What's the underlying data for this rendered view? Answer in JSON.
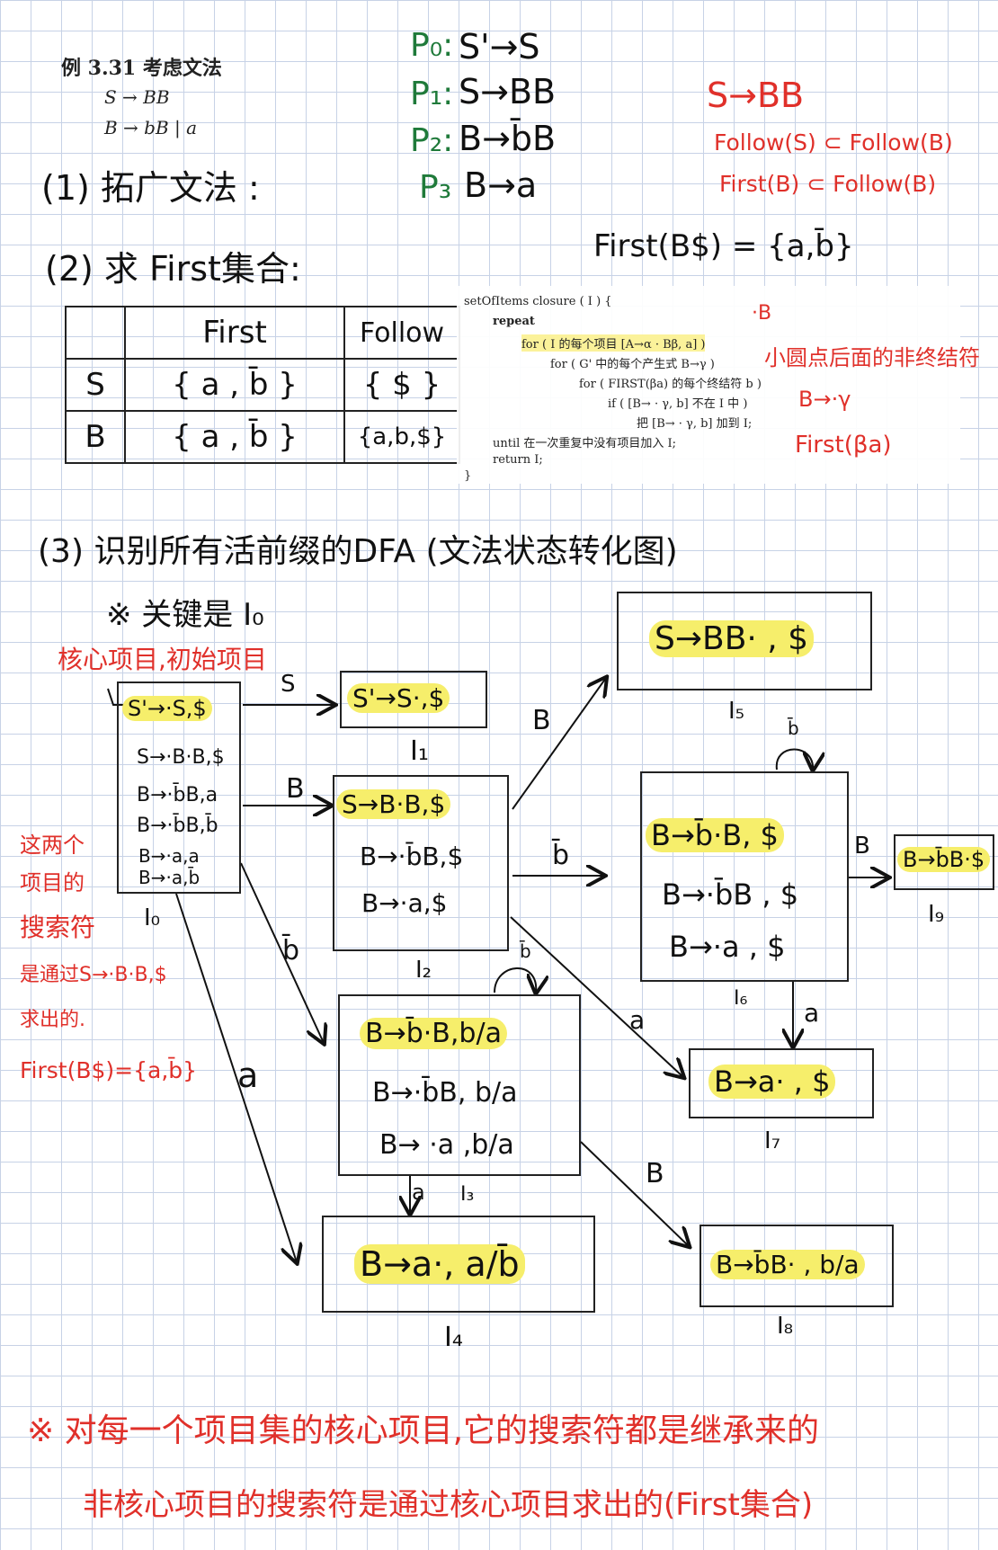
{
  "example": {
    "title": "例 3.31  考虑文法",
    "rule1": "S → BB",
    "rule2": "B → bB | a"
  },
  "productions": [
    {
      "label": "P₀:",
      "text": "S'→S"
    },
    {
      "label": "P₁:",
      "text": "S→BB"
    },
    {
      "label": "P₂:",
      "text": "B→b̄B"
    },
    {
      "label": "P₃",
      "text": "B→a"
    }
  ],
  "notes_red": {
    "sbb": "S→BB",
    "follow": "Follow(S) ⊂ Follow(B)",
    "first": "First(B) ⊂ Follow(B)"
  },
  "step1": "(1) 拓广文法   :",
  "step2": "(2) 求 First集合:",
  "first_bs": "First(B$) = {a,b̄}",
  "table": {
    "headers": [
      "",
      "First",
      "Follow"
    ],
    "rows": [
      [
        "S",
        "{ a , b̄ }",
        "{ $ }"
      ],
      [
        "B",
        "{ a , b̄ }",
        "{a,b,$}"
      ]
    ]
  },
  "algo": {
    "line0": "setOfItems closure ( I ) {",
    "line1": "repeat",
    "line2": "for ( I 的每个项目 [A→α · Bβ, a] )",
    "line3": "for ( G' 中的每个产生式 B→γ )",
    "line4": "for ( FIRST(βa) 的每个终结符 b )",
    "line5": "if ( [B→ · γ, b] 不在 I 中 )",
    "line6": "把 [B→ · γ, b] 加到 I;",
    "line7": "until 在一次重复中没有项目加入 I;",
    "line8": "return I;",
    "line9": "}"
  },
  "algo_notes": {
    "dotb": "·B",
    "desc": "小圆点后面的非终结符",
    "bgamma": "B→·γ",
    "firstba": "First(βa)"
  },
  "step3": "(3) 识别所有活前缀的DFA (文法状态转化图)",
  "key": "※ 关键是 I₀",
  "core_note": "核心项目,初始项目",
  "left_notes": [
    "这两个",
    "项目的",
    "搜索符",
    "是通过S→·B·B,$",
    "求出的.",
    "First(B$)={a,b̄}"
  ],
  "states": {
    "I0": {
      "label": "I₀",
      "items": [
        "S'→·S,$",
        "S→·B·B,$",
        "B→·b̄B,a",
        "B→·b̄B,b̄",
        "B→·a,a",
        "B→·a,b̄"
      ]
    },
    "I1": {
      "label": "I₁",
      "items": [
        "S'→S·,$"
      ]
    },
    "I2": {
      "label": "I₂",
      "items": [
        "S→B·B,$",
        "B→·b̄B,$",
        "B→·a,$"
      ]
    },
    "I3": {
      "label": "I₃",
      "items": [
        "B→b̄·B,b/a",
        "B→·b̄B, b/a",
        "B→ ·a ,b/a"
      ]
    },
    "I4": {
      "label": "I₄",
      "items": [
        "B→a·, a/b̄"
      ]
    },
    "I5": {
      "label": "I₅",
      "items": [
        "S→BB· , $"
      ]
    },
    "I6": {
      "label": "I₆",
      "items": [
        "B→b̄·B, $",
        "B→·b̄B , $",
        "B→·a , $"
      ]
    },
    "I7": {
      "label": "I₇",
      "items": [
        "B→a· , $"
      ]
    },
    "I8": {
      "label": "I₈",
      "items": [
        "B→b̄B· , b/a"
      ]
    },
    "I9": {
      "label": "I₉",
      "items": [
        "B→b̄B·$"
      ]
    }
  },
  "edges": {
    "s": "S",
    "b": "B",
    "bbar": "b̄",
    "a": "a"
  },
  "bottom": {
    "line1": "※ 对每一个项目集的核心项目,它的搜索符都是继承来的",
    "line2": "非核心项目的搜索符是通过核心项目求出的(First集合)"
  },
  "colors": {
    "highlight": "#f6ee6b",
    "red": "#e0302a",
    "green": "#1f7a3a",
    "grid": "#c7d2e6"
  }
}
